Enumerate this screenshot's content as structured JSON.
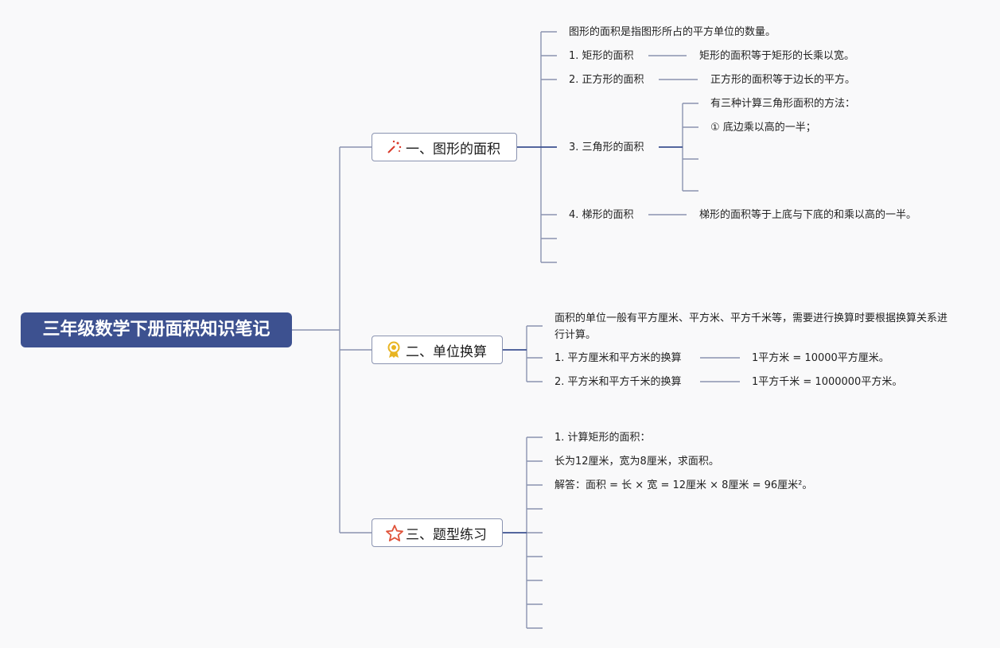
{
  "root": {
    "title": "三年级数学下册面积知识笔记"
  },
  "branches": [
    {
      "label": "一、图形的面积",
      "icon": "magic-wand-icon",
      "intro": "图形的面积是指图形所占的平方单位的数量。",
      "items": [
        {
          "label": "1. 矩形的面积",
          "detail": "矩形的面积等于矩形的长乘以宽。"
        },
        {
          "label": "2. 正方形的面积",
          "detail": "正方形的面积等于边长的平方。"
        },
        {
          "label": "3. 三角形的面积",
          "details": [
            "有三种计算三角形面积的方法：",
            "① 底边乘以高的一半；"
          ]
        },
        {
          "label": "4. 梯形的面积",
          "detail": "梯形的面积等于上底与下底的和乘以高的一半。"
        }
      ]
    },
    {
      "label": "二、单位换算",
      "icon": "award-ribbon-icon",
      "intro": "面积的单位一般有平方厘米、平方米、平方千米等，需要进行换算时要根据换算关系进行计算。",
      "items": [
        {
          "label": "1. 平方厘米和平方米的换算",
          "detail": "1平方米 = 10000平方厘米。"
        },
        {
          "label": "2. 平方米和平方千米的换算",
          "detail": "1平方千米 = 1000000平方米。"
        }
      ]
    },
    {
      "label": "三、题型练习",
      "icon": "star-icon",
      "items": [
        "1. 计算矩形的面积：",
        "长为12厘米，宽为8厘米，求面积。",
        "解答：面积 = 长 × 宽 = 12厘米 × 8厘米 = 96厘米²。"
      ]
    }
  ],
  "colors": {
    "root_bg": "#3d5190",
    "line": "#8a93b0",
    "line_dark": "#3d5190",
    "star": "#e0533a",
    "ribbon": "#e8b422",
    "wand": "#d93a2b"
  }
}
